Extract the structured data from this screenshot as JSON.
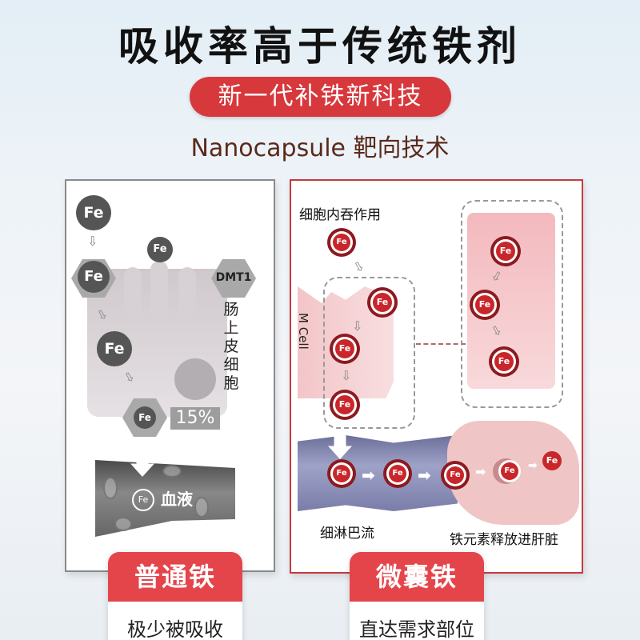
{
  "header": {
    "title": "吸收率高于传统铁剂",
    "pill": "新一代补铁新科技",
    "subtitle": "Nanocapsule 靶向技术"
  },
  "left_panel": {
    "fe_symbol": "Fe",
    "transporter": "DMT1",
    "cell_label": [
      "肠",
      "上",
      "皮",
      "细",
      "胞"
    ],
    "absorption_rate": "15%",
    "blood_label": "血液",
    "badge_title": "普通铁",
    "badge_desc": "极少被吸收"
  },
  "right_panel": {
    "fe_symbol": "Fe",
    "endocytosis_label": "细胞内吞作用",
    "m_cell_label": "M Cell",
    "lymph_label": "细淋巴流",
    "liver_label": "铁元素释放进肝脏",
    "badge_title": "微囊铁",
    "badge_desc": "直达需求部位"
  },
  "colors": {
    "accent_red": "#e4454b",
    "pill_red": "#d7383c",
    "subtitle_brown": "#5a2a1a",
    "nano_red": "#c9262b",
    "nano_dots": "#8c1a1f"
  }
}
